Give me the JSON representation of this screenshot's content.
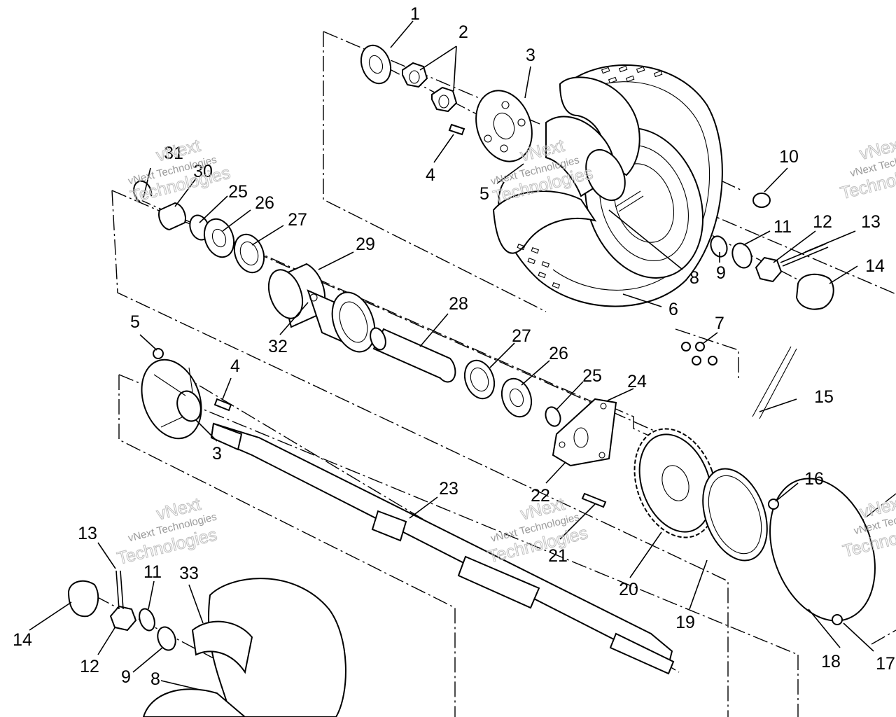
{
  "watermark": {
    "line1": "vNext",
    "line2": "vNext Technologies",
    "line3": "Technologies"
  },
  "callouts": [
    {
      "id": "c1",
      "text": "1"
    },
    {
      "id": "c2",
      "text": "2"
    },
    {
      "id": "c3a",
      "text": "3"
    },
    {
      "id": "c3b",
      "text": "3"
    },
    {
      "id": "c4a",
      "text": "4"
    },
    {
      "id": "c4b",
      "text": "4"
    },
    {
      "id": "c5a",
      "text": "5"
    },
    {
      "id": "c5b",
      "text": "5"
    },
    {
      "id": "c6",
      "text": "6"
    },
    {
      "id": "c7",
      "text": "7"
    },
    {
      "id": "c8a",
      "text": "8"
    },
    {
      "id": "c8b",
      "text": "8"
    },
    {
      "id": "c9a",
      "text": "9"
    },
    {
      "id": "c9b",
      "text": "9"
    },
    {
      "id": "c10",
      "text": "10"
    },
    {
      "id": "c11a",
      "text": "11"
    },
    {
      "id": "c11b",
      "text": "11"
    },
    {
      "id": "c12a",
      "text": "12"
    },
    {
      "id": "c12b",
      "text": "12"
    },
    {
      "id": "c13a",
      "text": "13"
    },
    {
      "id": "c13b",
      "text": "13"
    },
    {
      "id": "c14a",
      "text": "14"
    },
    {
      "id": "c14b",
      "text": "14"
    },
    {
      "id": "c15",
      "text": "15"
    },
    {
      "id": "c16",
      "text": "16"
    },
    {
      "id": "c17",
      "text": "17"
    },
    {
      "id": "c18",
      "text": "18"
    },
    {
      "id": "c19",
      "text": "19"
    },
    {
      "id": "c20",
      "text": "20"
    },
    {
      "id": "c21",
      "text": "21"
    },
    {
      "id": "c22",
      "text": "22"
    },
    {
      "id": "c23",
      "text": "23"
    },
    {
      "id": "c24",
      "text": "24"
    },
    {
      "id": "c25a",
      "text": "25"
    },
    {
      "id": "c25b",
      "text": "25"
    },
    {
      "id": "c26a",
      "text": "26"
    },
    {
      "id": "c26b",
      "text": "26"
    },
    {
      "id": "c27a",
      "text": "27"
    },
    {
      "id": "c27b",
      "text": "27"
    },
    {
      "id": "c28",
      "text": "28"
    },
    {
      "id": "c29",
      "text": "29"
    },
    {
      "id": "c30",
      "text": "30"
    },
    {
      "id": "c31",
      "text": "31"
    },
    {
      "id": "c32",
      "text": "32"
    },
    {
      "id": "c33",
      "text": "33"
    }
  ]
}
